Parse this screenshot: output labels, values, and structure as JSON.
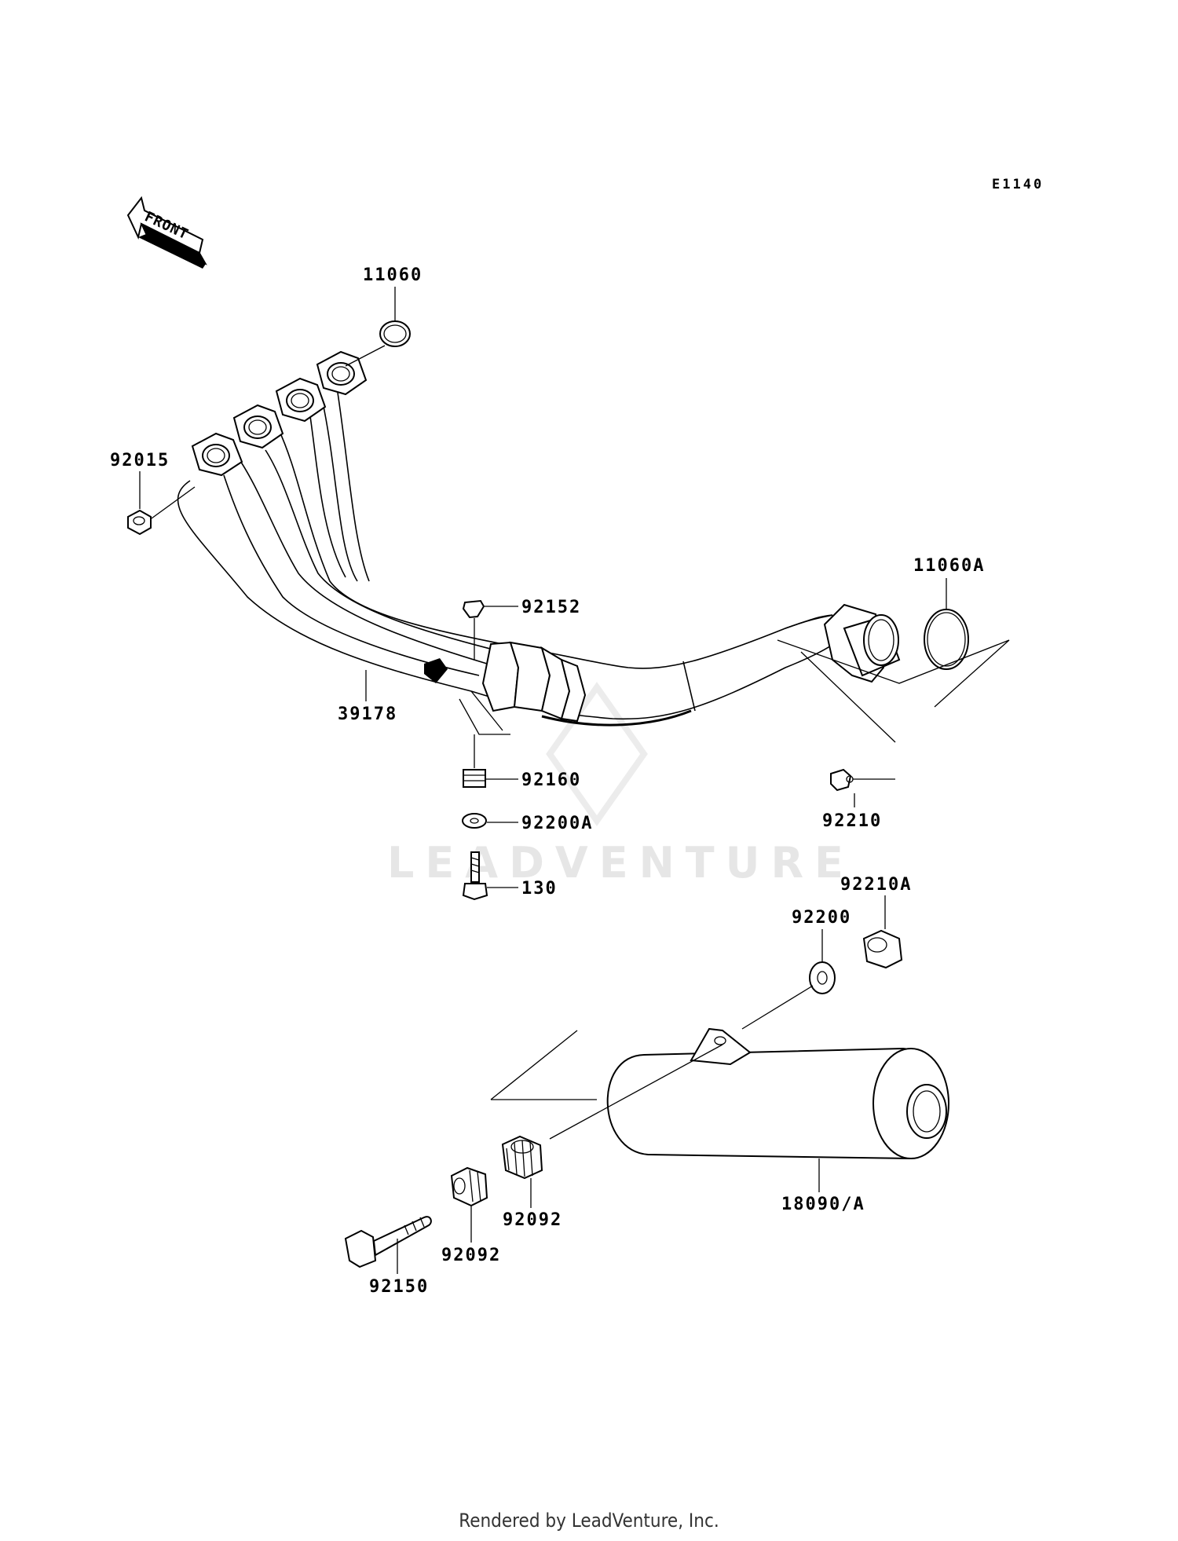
{
  "diagram": {
    "code": "E1140",
    "front_label": "FRONT",
    "watermark": "LEADVENTURE",
    "footer": "Rendered by LeadVenture, Inc."
  },
  "parts": [
    {
      "id": "p11060",
      "label": "11060"
    },
    {
      "id": "p92015",
      "label": "92015"
    },
    {
      "id": "p11060A",
      "label": "11060A"
    },
    {
      "id": "p92152",
      "label": "92152"
    },
    {
      "id": "p39178",
      "label": "39178"
    },
    {
      "id": "p92160",
      "label": "92160"
    },
    {
      "id": "p92210",
      "label": "92210"
    },
    {
      "id": "p92200A",
      "label": "92200A"
    },
    {
      "id": "p130",
      "label": "130"
    },
    {
      "id": "p92210A",
      "label": "92210A"
    },
    {
      "id": "p92200",
      "label": "92200"
    },
    {
      "id": "p18090A",
      "label": "18090/A"
    },
    {
      "id": "p92092a",
      "label": "92092"
    },
    {
      "id": "p92092b",
      "label": "92092"
    },
    {
      "id": "p92150",
      "label": "92150"
    }
  ]
}
